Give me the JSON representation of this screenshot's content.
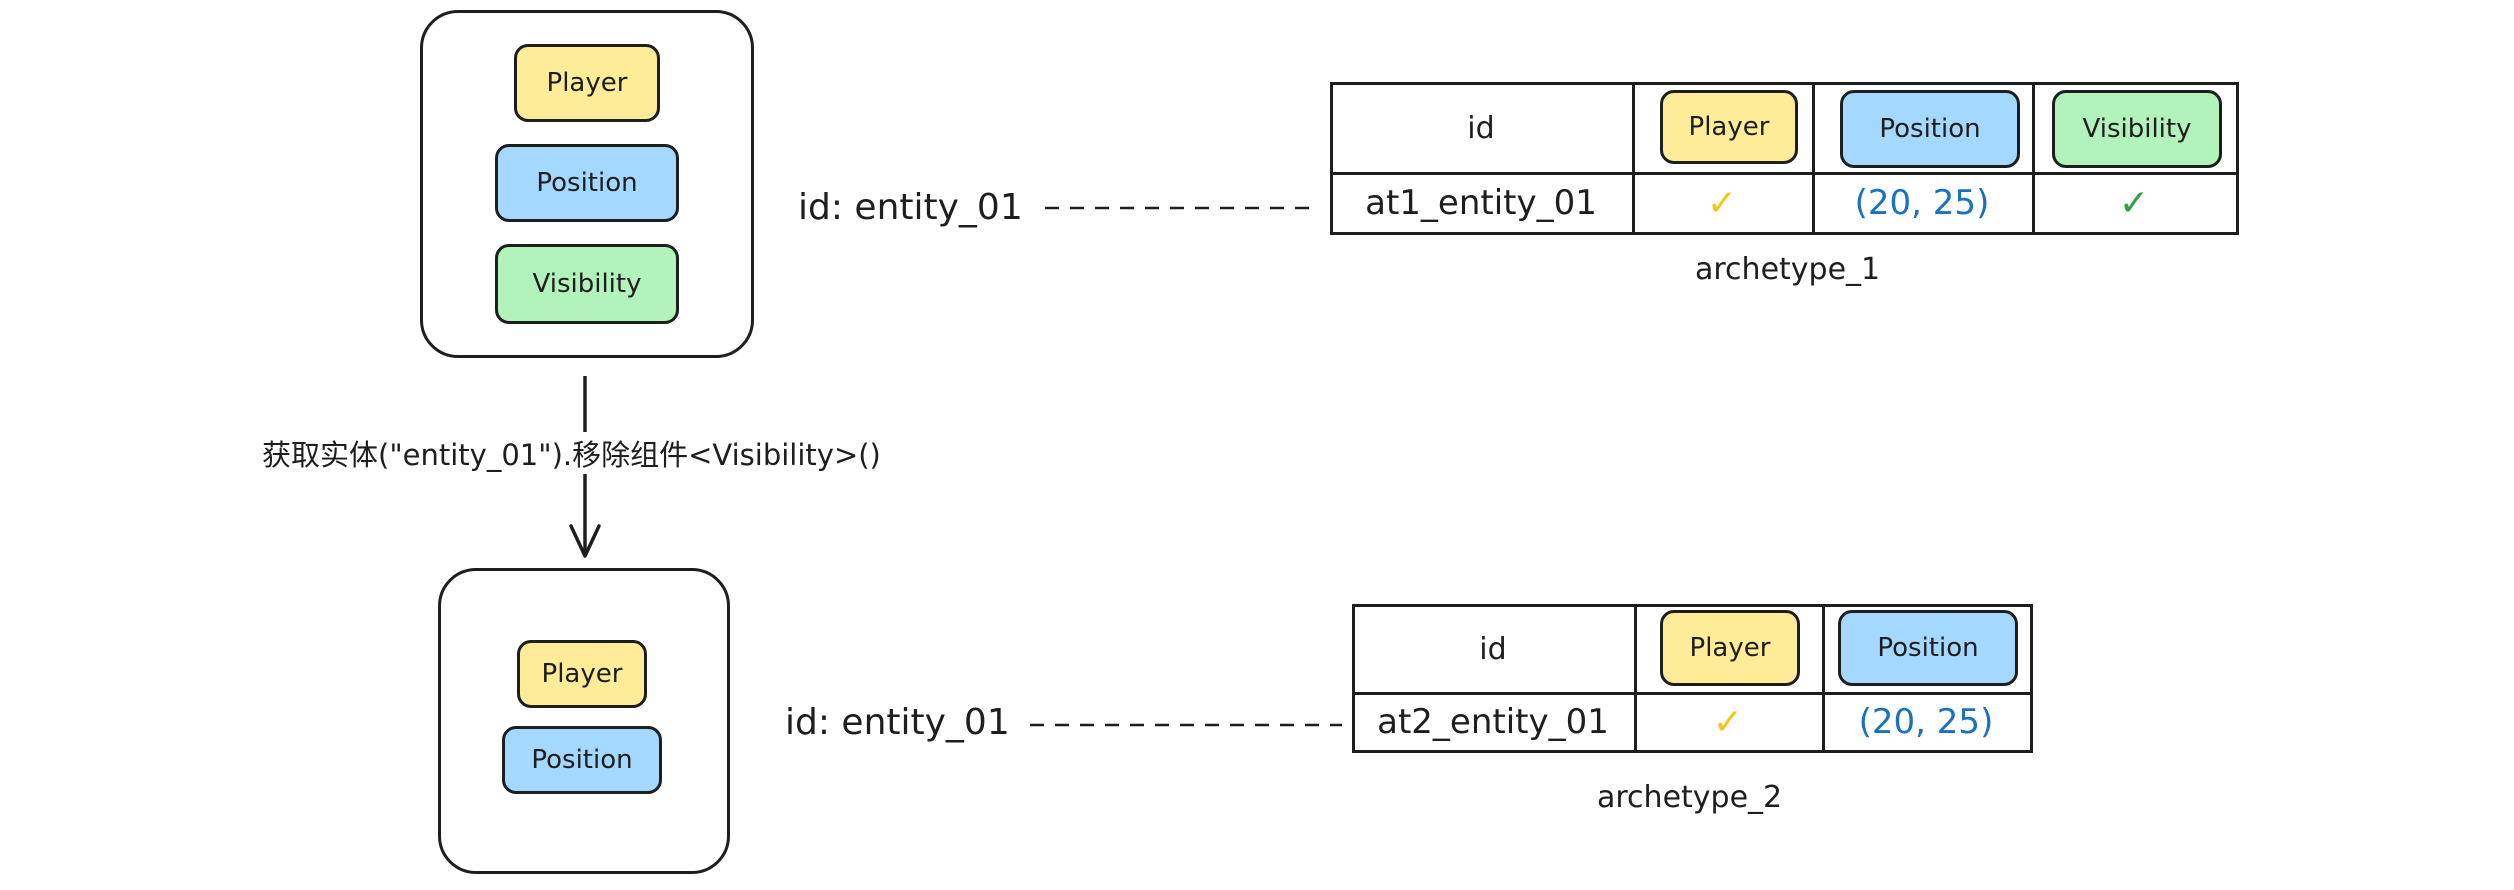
{
  "entity_top": {
    "components": [
      "Player",
      "Position",
      "Visibility"
    ],
    "id_label": "id: entity_01"
  },
  "entity_bottom": {
    "components": [
      "Player",
      "Position"
    ],
    "id_label": "id: entity_01"
  },
  "transition_label": "获取实体(\"entity_01\").移除组件<Visibility>()",
  "archetype_1": {
    "caption": "archetype_1",
    "headers": [
      "id",
      "Player",
      "Position",
      "Visibility"
    ],
    "row": [
      "at1_entity_01",
      "✓",
      "(20, 25)",
      "✓"
    ]
  },
  "archetype_2": {
    "caption": "archetype_2",
    "headers": [
      "id",
      "Player",
      "Position"
    ],
    "row": [
      "at2_entity_01",
      "✓",
      "(20, 25)"
    ]
  },
  "colors": {
    "player": "#ffec99",
    "position": "#a5d8ff",
    "visibility": "#b2f2bb",
    "check_yellow": "#f5c518",
    "check_green": "#2f9e44",
    "value_blue": "#1971c2"
  }
}
